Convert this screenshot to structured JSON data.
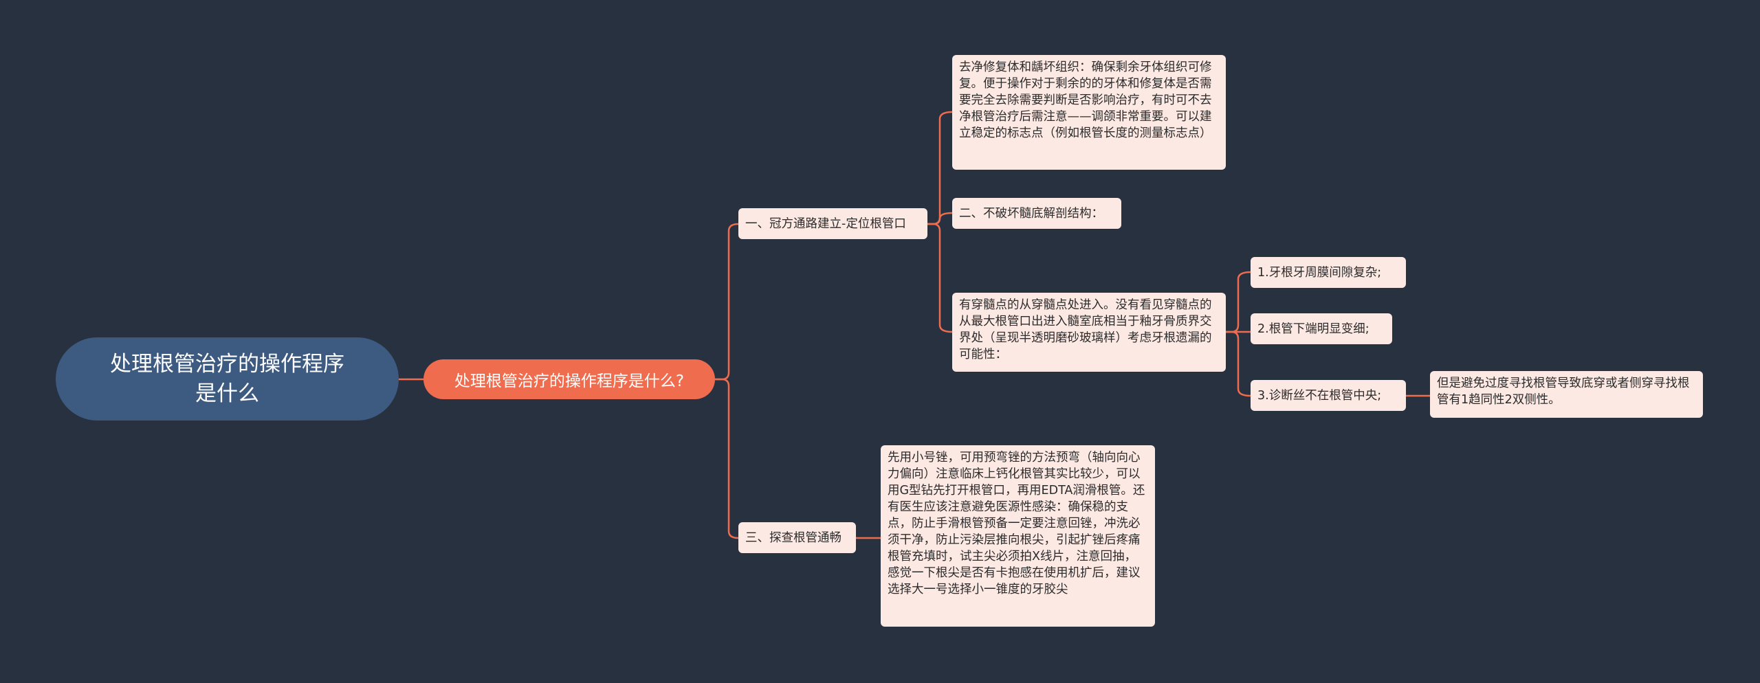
{
  "map": {
    "root": "处理根管治疗的操作程序\n是什么",
    "topic": "处理根管治疗的操作程序是什么?",
    "branch1": {
      "label": "一、冠方通路建立-定位根管口",
      "items": [
        "去净修复体和龋坏组织：确保剩余牙体组织可修复。便于操作对于剩余的的牙体和修复体是否需要完全去除需要判断是否影响治疗，有时可不去净根管治疗后需注意——调颌非常重要。可以建立稳定的标志点（例如根管长度的测量标志点）",
        "二、不破坏髓底解剖结构：",
        "有穿髓点的从穿髓点处进入。没有看见穿髓点的从最大根管口出进入髓室底相当于釉牙骨质界交界处（呈现半透明磨砂玻璃样）考虑牙根遗漏的可能性："
      ],
      "subitems": [
        "1.牙根牙周膜间隙复杂;",
        "2.根管下端明显变细;",
        "3.诊断丝不在根管中央;"
      ],
      "note": "但是避免过度寻找根管导致底穿或者侧穿寻找根管有1趋同性2双侧性。"
    },
    "branch2": {
      "label": "三、探查根管通畅",
      "detail": "先用小号锉，可用预弯锉的方法预弯（轴向向心力偏向）注意临床上钙化根管其实比较少，可以用G型钻先打开根管口，再用EDTA润滑根管。还有医生应该注意避免医源性感染：确保稳的支点，防止手滑根管预备一定要注意回锉，冲洗必须干净，防止污染层推向根尖，引起扩锉后疼痛根管充填时，试主尖必须拍X线片，注意回抽，感觉一下根尖是否有卡抱感在使用机扩后，建议选择大一号选择小一锥度的牙胶尖"
    }
  },
  "colors": {
    "background": "#283140",
    "root_fill": "#3d5a80",
    "topic_fill": "#ef6c4e",
    "leaf_fill": "#fde9e4",
    "connector": "#ef6c4e"
  }
}
